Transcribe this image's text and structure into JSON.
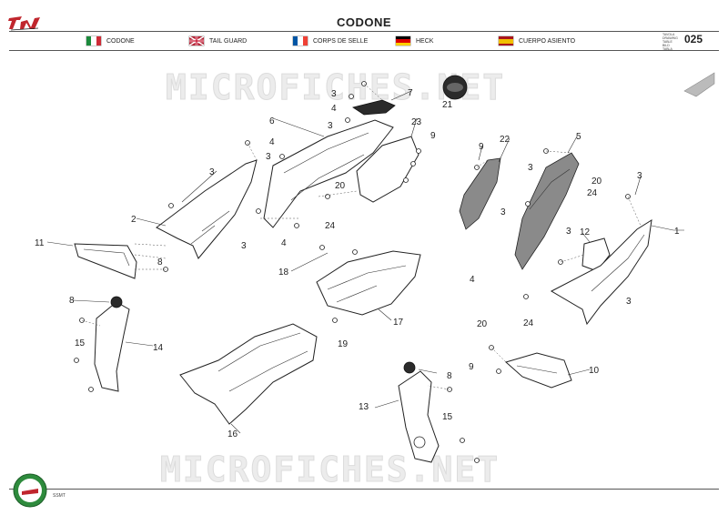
{
  "header": {
    "title": "CODONE",
    "page_number": "025",
    "table_label_lines": [
      "TAVOLA",
      "DRAWING",
      "TABLE",
      "BILD",
      "TABLA"
    ]
  },
  "languages": [
    {
      "label": "CODONE",
      "flag": "italy"
    },
    {
      "label": "TAIL GUARD",
      "flag": "uk"
    },
    {
      "label": "CORPS DE SELLE",
      "flag": "france"
    },
    {
      "label": "HECK",
      "flag": "germany"
    },
    {
      "label": "CUERPO ASIENTO",
      "flag": "spain"
    }
  ],
  "watermark": "MICROFICHES.NET",
  "footer": {
    "code": "SSMT"
  },
  "callouts": [
    "1",
    "2",
    "3",
    "4",
    "5",
    "6",
    "7",
    "8",
    "9",
    "10",
    "11",
    "12",
    "13",
    "14",
    "15",
    "16",
    "17",
    "18",
    "19",
    "20",
    "21",
    "22",
    "23",
    "24"
  ],
  "colors": {
    "ink": "#222222",
    "rule": "#555555",
    "badge_green": "#2e8b3d",
    "logo_red": "#c0262d"
  }
}
